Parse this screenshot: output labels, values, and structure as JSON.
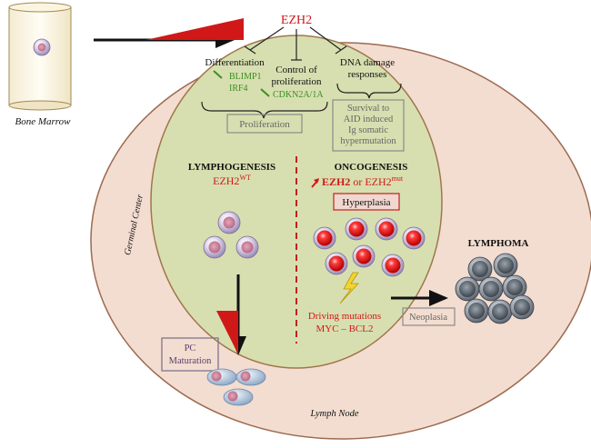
{
  "colors": {
    "lymph_node_fill": "#f3ddd0",
    "germinal_center_fill": "#d7dfb0",
    "accent_red": "#d01818",
    "label_green": "#3b8f1e",
    "box_grey": "#8a8a8a"
  },
  "labels": {
    "bone_marrow": "Bone Marrow",
    "lymph_node": "Lymph Node",
    "germinal_center": "Germinal Center",
    "ezh2_top": "EZH2",
    "differentiation": "Differentiation",
    "blimp1": "BLIMP1",
    "irf4": "IRF4",
    "control_line1": "Control of",
    "control_line2": "proliferation",
    "cdkn2a": "CDKN2A/1A",
    "dna_line1": "DNA damage",
    "dna_line2": "responses",
    "survival_line1": "Survival to",
    "survival_line2": "AID induced",
    "survival_line3": "Ig somatic",
    "survival_line4": "hypermutation",
    "proliferation": "Proliferation",
    "lymphogenesis": "LYMPHOGENESIS",
    "ezh2_wt_base": "EZH2",
    "ezh2_wt_sup": "WT",
    "oncogenesis": "ONCOGENESIS",
    "ezh2_bold": "EZH2",
    "or": "or",
    "ezh2_mut_base": "EZH2",
    "ezh2_mut_sup": "mut",
    "hyperplasia": "Hyperplasia",
    "driving_line1": "Driving mutations",
    "driving_line2": "MYC – BCL2",
    "lymphoma": "LYMPHOMA",
    "neoplasia": "Neoplasia",
    "pc_line1": "PC",
    "pc_line2": "Maturation"
  }
}
